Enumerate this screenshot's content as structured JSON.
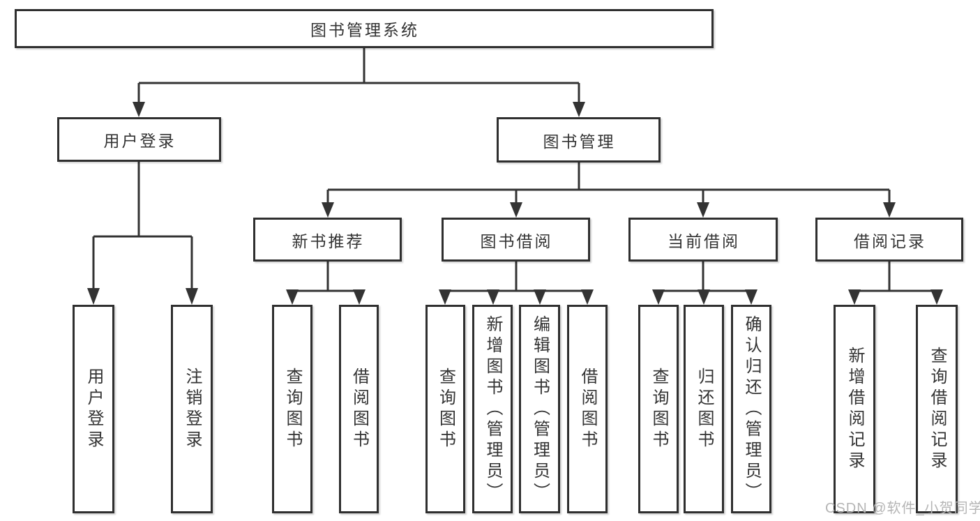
{
  "diagram": {
    "root": {
      "label": "图书管理系统"
    },
    "branches": [
      {
        "label": "用户登录",
        "children": [
          {
            "label": "用户登录"
          },
          {
            "label": "注销登录"
          }
        ]
      },
      {
        "label": "图书管理",
        "children": [
          {
            "label": "新书推荐",
            "children": [
              {
                "label": "查询图书"
              },
              {
                "label": "借阅图书"
              }
            ]
          },
          {
            "label": "图书借阅",
            "children": [
              {
                "label": "查询图书"
              },
              {
                "label": "新增图书（管理员）"
              },
              {
                "label": "编辑图书（管理员）"
              },
              {
                "label": "借阅图书"
              }
            ]
          },
          {
            "label": "当前借阅",
            "children": [
              {
                "label": "查询图书"
              },
              {
                "label": "归还图书"
              },
              {
                "label": "确认归还（管理员）"
              }
            ]
          },
          {
            "label": "借阅记录",
            "children": [
              {
                "label": "新增借阅记录"
              },
              {
                "label": "查询借阅记录"
              }
            ]
          }
        ]
      }
    ],
    "colors": {
      "line": "#333333",
      "box_border": "#2f2f2f",
      "text": "#333333",
      "background": "#ffffff",
      "watermark": "#b5b5b5"
    }
  },
  "watermark": {
    "text": "CSDN @软件_小贺同学"
  }
}
